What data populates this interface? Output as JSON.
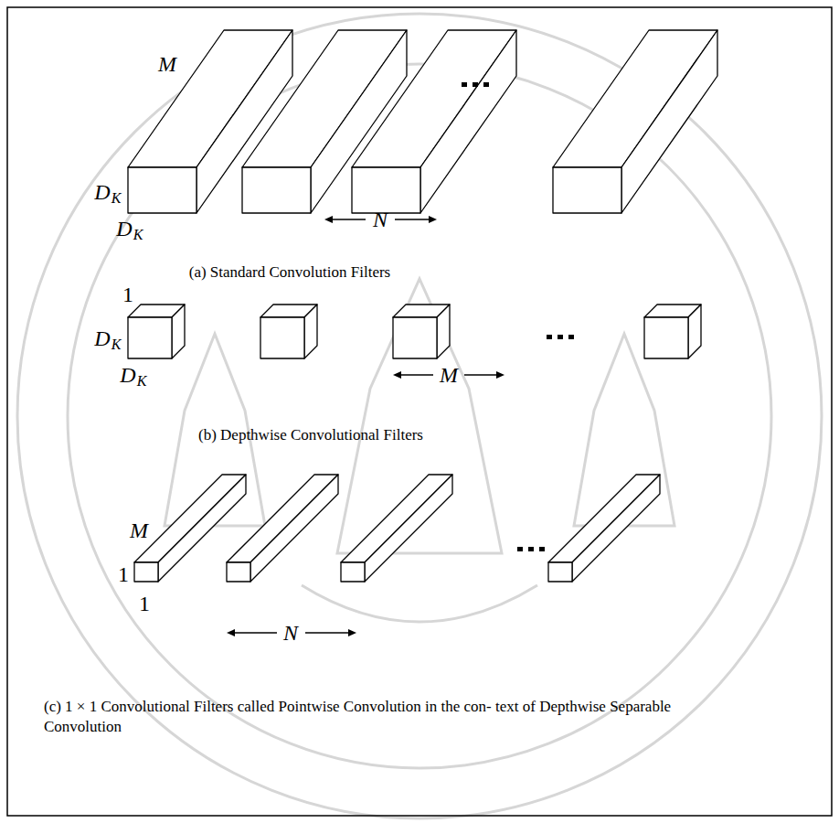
{
  "diagram": {
    "labels": [
      "M",
      "D",
      "K",
      "D",
      "K",
      "N",
      "(a) Standard Convolution Filters",
      "1",
      "D",
      "K",
      "D",
      "K",
      "M",
      "(b) Depthwise Convolutional Filters",
      "M",
      "1",
      "1",
      "N",
      "(c) 1 × 1 Convolutional Filters called Pointwise Convolution in the con- text of Depthwise Separable Convolution"
    ]
  }
}
